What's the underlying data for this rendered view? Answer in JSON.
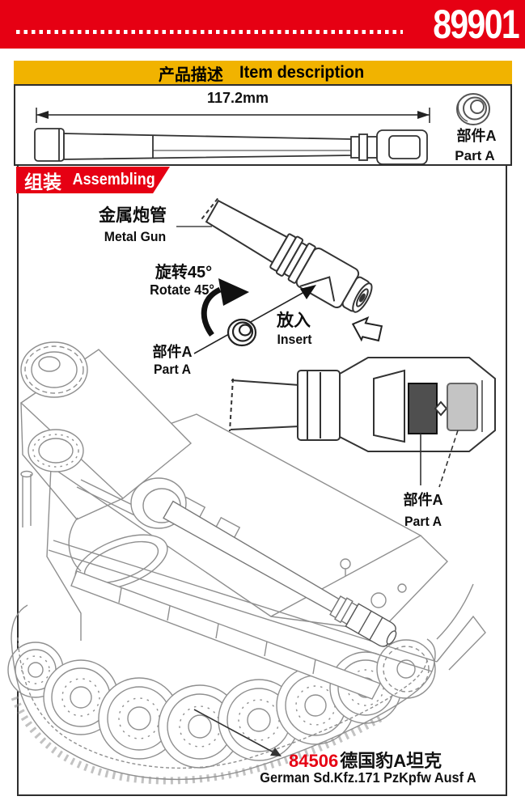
{
  "kit_number": "89901",
  "description": {
    "header_cn": "产品描述",
    "header_en": "Item description",
    "dimension": "117.2mm",
    "part_a": {
      "cn": "部件A",
      "en": "Part A"
    }
  },
  "assembling": {
    "banner_cn": "组装",
    "banner_en": "Assembling",
    "metal_gun": {
      "cn": "金属炮管",
      "en": "Metal Gun"
    },
    "rotate": {
      "cn": "旋转45°",
      "en": "Rotate 45°"
    },
    "insert": {
      "cn": "放入",
      "en": "Insert"
    },
    "part_a_insert": {
      "cn": "部件A",
      "en": "Part A"
    },
    "part_a_installed": {
      "cn": "部件A",
      "en": "Part A"
    },
    "caption": {
      "kit_ref": "84506",
      "name_cn": "德国豹A坦克",
      "name_en": "German Sd.Kfz.171 PzKpfw Ausf A"
    }
  },
  "colors": {
    "red": "#e60013",
    "yellow": "#f1b300",
    "part_dark": "#4f4f4f",
    "part_light": "#c4c4c4",
    "line_dark": "#2e2e2e",
    "line_light": "#8f8f8f"
  },
  "icons": {
    "ring_part": "ring-part-icon",
    "rotate_arrow": "curved-rotate-arrow-icon",
    "insert_arrow": "insert-leader-arrow-icon",
    "direction_arrow": "hollow-direction-arrow-icon",
    "caption_arrow": "caption-leader-arrow-icon"
  }
}
